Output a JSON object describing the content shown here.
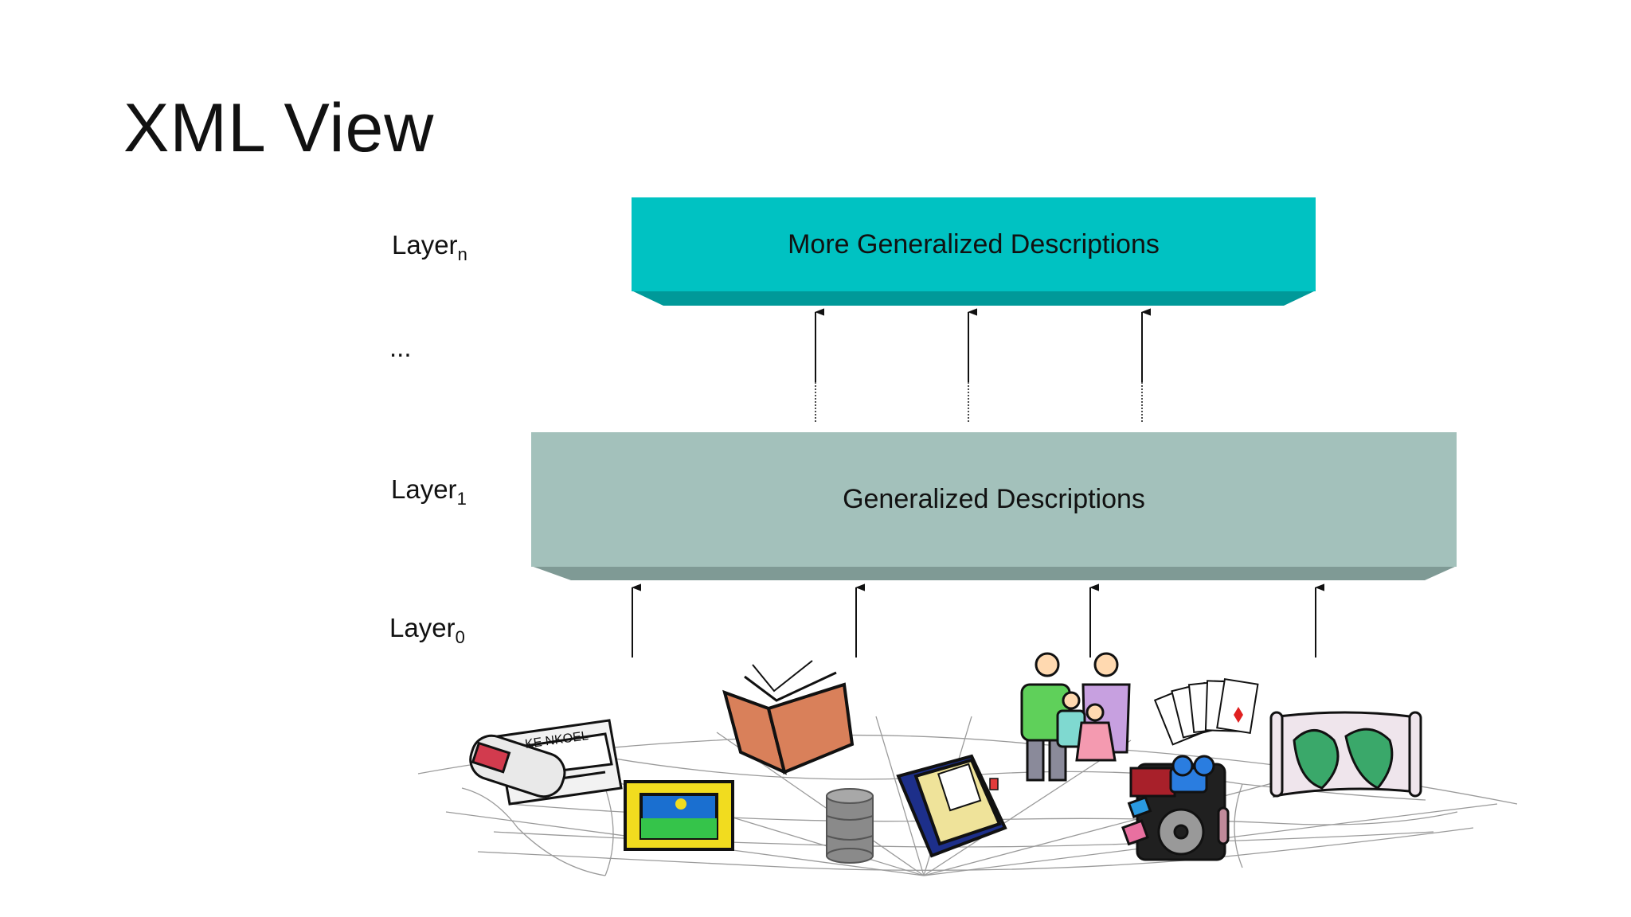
{
  "slide": {
    "title": "XML View"
  },
  "layers": {
    "top_label": "Layer",
    "top_sub": "n",
    "dots_label": "...",
    "middle_label": "Layer",
    "middle_sub": "1",
    "bottom_label": "Layer",
    "bottom_sub": "0"
  },
  "boxes": {
    "top_text": "More Generalized Descriptions",
    "middle_text": "Generalized Descriptions"
  },
  "colors": {
    "top_box_face": "#00c2c2",
    "top_box_bottom": "#009999",
    "middle_box_face": "#a3c1bb",
    "middle_box_bottom": "#7f9a95",
    "arrow": "#111111",
    "web": "#9a9a9a"
  },
  "icons": [
    "newspaper-icon",
    "picture-frame-icon",
    "open-book-icon",
    "database-cylinder-icon",
    "binder-notebook-icon",
    "family-icon",
    "playing-cards-icon",
    "multimedia-icon",
    "world-map-scroll-icon",
    "spider-web-icon"
  ]
}
